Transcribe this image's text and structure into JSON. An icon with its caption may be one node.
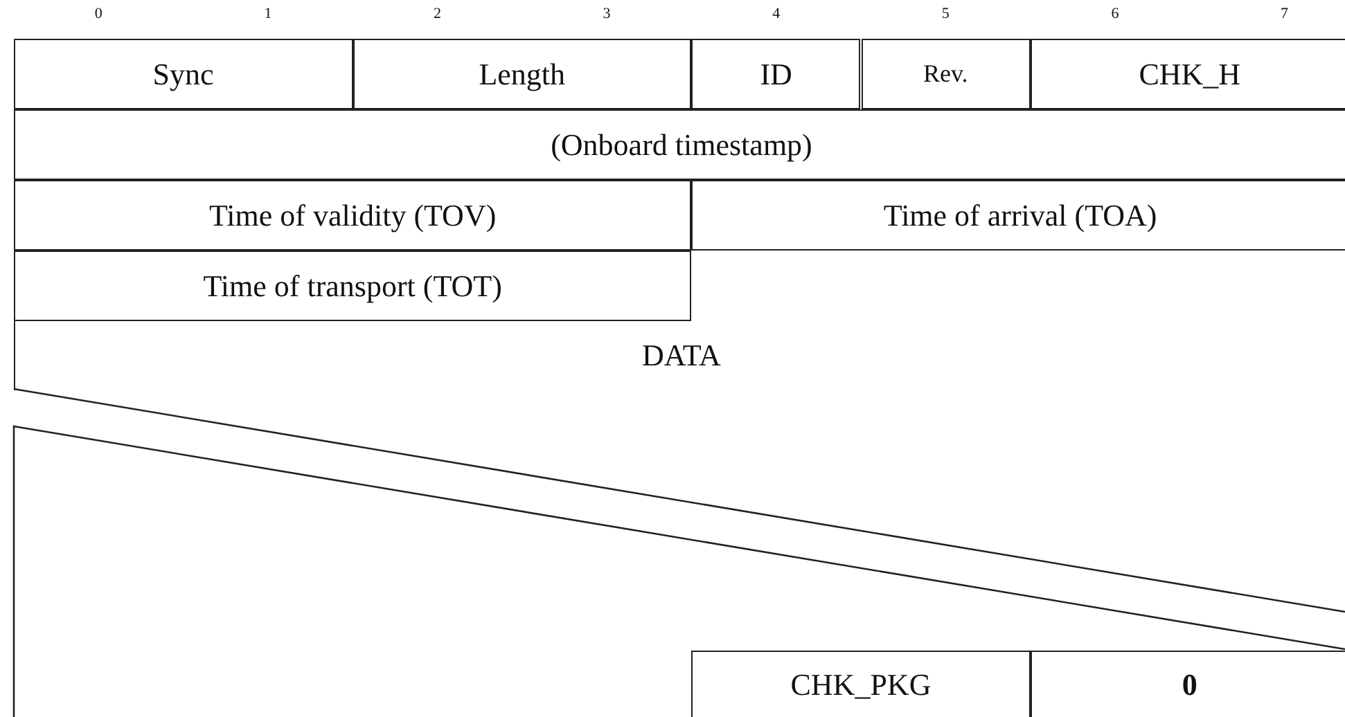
{
  "diagram": {
    "nodes": [
      {
        "text": [
          "Sync"
        ]
      },
      {
        "text": [
          "Length"
        ]
      },
      {
        "text": [
          "ID"
        ]
      },
      {
        "text": [
          "Rev."
        ]
      },
      {
        "text": [
          "CHK_H"
        ]
      },
      {
        "text": [
          "(Onboard timestamp)"
        ]
      },
      {
        "text": [
          "Time of validity (TOV)"
        ]
      },
      {
        "text": [
          "Time of arrival (TOA)"
        ]
      },
      {
        "text": [
          "Time of transport (TOT)"
        ]
      },
      {
        "text": [
          "DATA"
        ]
      },
      {
        "text": [
          "CHK_PKG"
        ]
      },
      {
        "text": [
          "0"
        ]
      }
    ],
    "labels": [
      "0",
      "1",
      "2",
      "3",
      "4",
      "5",
      "6",
      "7"
    ]
  }
}
